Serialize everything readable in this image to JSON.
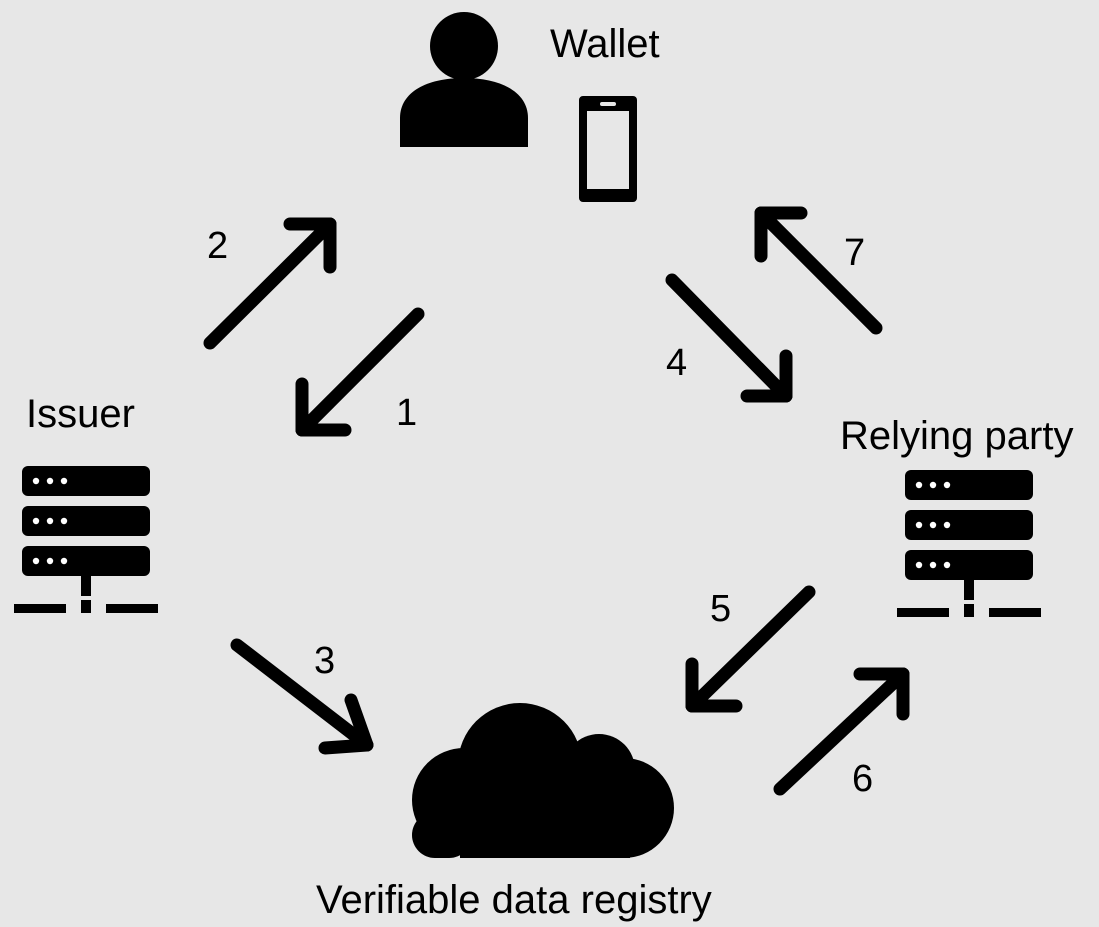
{
  "diagram": {
    "nodes": {
      "wallet": {
        "label": "Wallet",
        "icons": [
          "person-icon",
          "smartphone-icon"
        ]
      },
      "issuer": {
        "label": "Issuer",
        "icon": "server-icon"
      },
      "relying_party": {
        "label": "Relying party",
        "icon": "server-icon"
      },
      "registry": {
        "label": "Verifiable data registry",
        "icon": "cloud-icon"
      }
    },
    "edges": [
      {
        "number": "1",
        "from": "wallet",
        "to": "issuer"
      },
      {
        "number": "2",
        "from": "issuer",
        "to": "wallet"
      },
      {
        "number": "3",
        "from": "issuer",
        "to": "registry"
      },
      {
        "number": "4",
        "from": "wallet",
        "to": "relying_party"
      },
      {
        "number": "5",
        "from": "relying_party",
        "to": "registry"
      },
      {
        "number": "6",
        "from": "registry",
        "to": "relying_party"
      },
      {
        "number": "7",
        "from": "relying_party",
        "to": "wallet"
      }
    ],
    "colors": {
      "background": "#e7e7e7",
      "foreground": "#000000"
    }
  }
}
